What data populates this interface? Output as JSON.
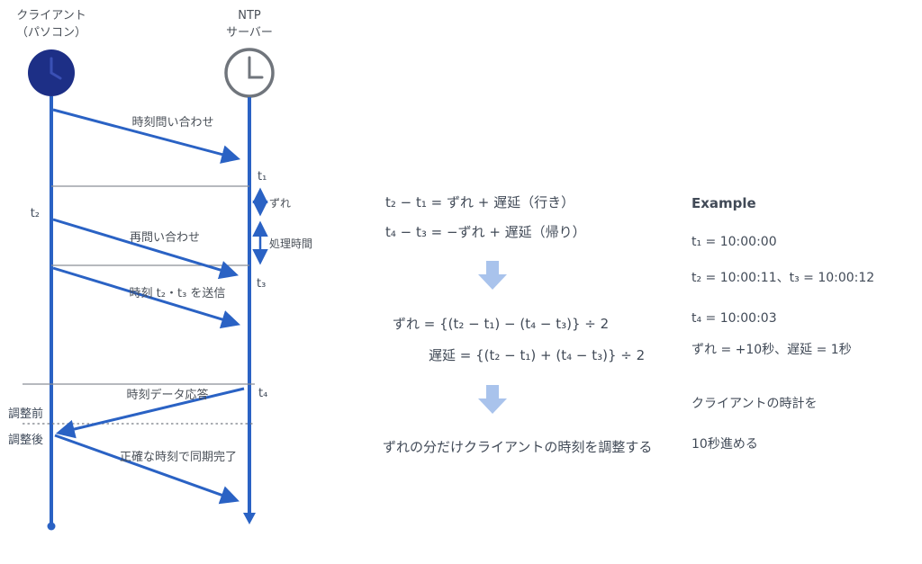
{
  "diagram": {
    "client": {
      "label_line1": "クライアント",
      "label_line2": "（パソコン）"
    },
    "server": {
      "label_line1": "NTP",
      "label_line2": "サーバー"
    },
    "messages": {
      "request": "時刻問い合わせ",
      "repoll": "再問い合わせ",
      "send_times": "時刻 t₂・t₃ を送信",
      "response": "時刻データ応答",
      "synced": "正確な時刻で同期完了"
    },
    "timestamps": {
      "t1": "t₁",
      "t2": "t₂",
      "t3": "t₃",
      "t4": "t₄"
    },
    "measures": {
      "offset": "ずれ",
      "processing": "処理時間"
    },
    "adjust": {
      "before": "調整前",
      "after": "調整後"
    },
    "icons": {
      "client_clock": "clock-icon-filled",
      "server_clock": "clock-icon-outline"
    }
  },
  "explanation": {
    "step1_line1": "t₂ − t₁ = ずれ + 遅延（行き）",
    "step1_line2": "t₄ − t₃ = −ずれ + 遅延（帰り）",
    "step2_line1": "ずれ = {(t₂ − t₁) − (t₄ − t₃)} ÷ 2",
    "step2_line2": "遅延 = {(t₂ − t₁) + (t₄ − t₃)} ÷ 2",
    "conclusion": "ずれの分だけクライアントの時刻を調整する"
  },
  "example": {
    "title": "Example",
    "lines": [
      "t₁ = 10:00:00",
      "t₂ = 10:00:11、t₃ = 10:00:12",
      "t₄ = 10:00:03",
      "ずれ = +10秒、遅延 = 1秒",
      "クライアントの時計を",
      "10秒進める"
    ]
  },
  "colors": {
    "line_blue": "#2a62c4",
    "navy_clock": "#1d2f86",
    "outline_gray": "#70757c",
    "soft_arrow_blue": "#a9c3ec",
    "text_gray": "#4a5058",
    "reference_gray": "#8a8f98"
  }
}
